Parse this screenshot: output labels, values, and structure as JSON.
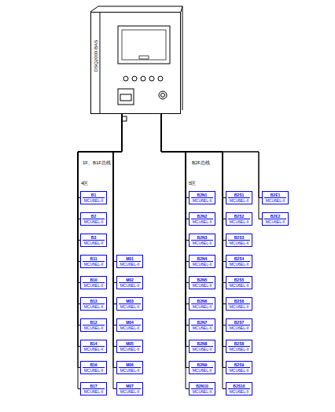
{
  "diagram": {
    "nodes": [
      {
        "text": [
          "DSQ2000-BAS"
        ]
      },
      {
        "text": [
          "B1",
          "MCU6EL-II"
        ]
      },
      {
        "text": [
          "B2",
          "MCU6EL-II"
        ]
      },
      {
        "text": [
          "B3",
          "MCU6EL-II"
        ]
      },
      {
        "text": [
          "B11",
          "MCU6EL-II"
        ]
      },
      {
        "text": [
          "B10",
          "MCU6EL-II"
        ]
      },
      {
        "text": [
          "B13",
          "MCU6EL-II"
        ]
      },
      {
        "text": [
          "B12",
          "MCU6EL-II"
        ]
      },
      {
        "text": [
          "B14",
          "MCU6EL-II"
        ]
      },
      {
        "text": [
          "B16",
          "MCU6EL-II"
        ]
      },
      {
        "text": [
          "B17",
          "MCU6EL-II"
        ]
      },
      {
        "text": [
          "M01",
          "MCU6EL-II"
        ]
      },
      {
        "text": [
          "M02",
          "MCU6EL-II"
        ]
      },
      {
        "text": [
          "M03",
          "MCU6EL-II"
        ]
      },
      {
        "text": [
          "M04",
          "MCU6EL-II"
        ]
      },
      {
        "text": [
          "M05",
          "MCU6EL-II"
        ]
      },
      {
        "text": [
          "M06",
          "MCU6EL-II"
        ]
      },
      {
        "text": [
          "M07",
          "MCU6EL-II"
        ]
      },
      {
        "text": [
          "B2N1",
          "MCU6EL-II"
        ]
      },
      {
        "text": [
          "B2N2",
          "MCU6EL-II"
        ]
      },
      {
        "text": [
          "B2N3",
          "MCU6EL-II"
        ]
      },
      {
        "text": [
          "B2N4",
          "MCU6EL-II"
        ]
      },
      {
        "text": [
          "B2N5",
          "MCU6EL-II"
        ]
      },
      {
        "text": [
          "B2N6",
          "MCU6EL-II"
        ]
      },
      {
        "text": [
          "B2N7",
          "MCU6EL-II"
        ]
      },
      {
        "text": [
          "B2N8",
          "MCU6EL-II"
        ]
      },
      {
        "text": [
          "B2N9",
          "MCU6EL-II"
        ]
      },
      {
        "text": [
          "B2N10",
          "MCU6EL-II"
        ]
      },
      {
        "text": [
          "B2S1",
          "MCU6EL-II"
        ]
      },
      {
        "text": [
          "B2S2",
          "MCU6EL-II"
        ]
      },
      {
        "text": [
          "B2S3",
          "MCU6EL-II"
        ]
      },
      {
        "text": [
          "B2S4",
          "MCU6EL-II"
        ]
      },
      {
        "text": [
          "B2S5",
          "MCU6EL-II"
        ]
      },
      {
        "text": [
          "B2S6",
          "MCU6EL-II"
        ]
      },
      {
        "text": [
          "B2S7",
          "MCU6EL-II"
        ]
      },
      {
        "text": [
          "B2S8",
          "MCU6EL-II"
        ]
      },
      {
        "text": [
          "B2S9",
          "MCU6EL-II"
        ]
      },
      {
        "text": [
          "B2S10",
          "MCU6EL-II"
        ]
      },
      {
        "text": [
          "B2E1",
          "MCU6EL-II"
        ]
      },
      {
        "text": [
          "B2E2",
          "MCU6EL-II"
        ]
      }
    ],
    "edges": [
      {
        "from": 0,
        "to": 1,
        "arrow": "none"
      },
      {
        "from": 0,
        "to": 2,
        "arrow": "none"
      },
      {
        "from": 0,
        "to": 3,
        "arrow": "none"
      },
      {
        "from": 0,
        "to": 4,
        "arrow": "none"
      },
      {
        "from": 0,
        "to": 5,
        "arrow": "none"
      },
      {
        "from": 0,
        "to": 6,
        "arrow": "none"
      },
      {
        "from": 0,
        "to": 7,
        "arrow": "none"
      },
      {
        "from": 0,
        "to": 8,
        "arrow": "none"
      },
      {
        "from": 0,
        "to": 9,
        "arrow": "none"
      },
      {
        "from": 0,
        "to": 10,
        "arrow": "none"
      },
      {
        "from": 0,
        "to": 11,
        "arrow": "none"
      },
      {
        "from": 0,
        "to": 12,
        "arrow": "none"
      },
      {
        "from": 0,
        "to": 13,
        "arrow": "none"
      },
      {
        "from": 0,
        "to": 14,
        "arrow": "none"
      },
      {
        "from": 0,
        "to": 15,
        "arrow": "none"
      },
      {
        "from": 0,
        "to": 16,
        "arrow": "none"
      },
      {
        "from": 0,
        "to": 17,
        "arrow": "none"
      },
      {
        "from": 0,
        "to": 18,
        "arrow": "none"
      },
      {
        "from": 0,
        "to": 19,
        "arrow": "none"
      },
      {
        "from": 0,
        "to": 20,
        "arrow": "none"
      },
      {
        "from": 0,
        "to": 21,
        "arrow": "none"
      },
      {
        "from": 0,
        "to": 22,
        "arrow": "none"
      },
      {
        "from": 0,
        "to": 23,
        "arrow": "none"
      },
      {
        "from": 0,
        "to": 24,
        "arrow": "none"
      },
      {
        "from": 0,
        "to": 25,
        "arrow": "none"
      },
      {
        "from": 0,
        "to": 26,
        "arrow": "none"
      },
      {
        "from": 0,
        "to": 27,
        "arrow": "none"
      },
      {
        "from": 0,
        "to": 28,
        "arrow": "none"
      },
      {
        "from": 0,
        "to": 29,
        "arrow": "none"
      },
      {
        "from": 0,
        "to": 30,
        "arrow": "none"
      },
      {
        "from": 0,
        "to": 31,
        "arrow": "none"
      },
      {
        "from": 0,
        "to": 32,
        "arrow": "none"
      },
      {
        "from": 0,
        "to": 33,
        "arrow": "none"
      },
      {
        "from": 0,
        "to": 34,
        "arrow": "none"
      },
      {
        "from": 0,
        "to": 35,
        "arrow": "none"
      },
      {
        "from": 0,
        "to": 36,
        "arrow": "none"
      },
      {
        "from": 0,
        "to": 37,
        "arrow": "none"
      },
      {
        "from": 0,
        "to": 38,
        "arrow": "none"
      },
      {
        "from": 0,
        "to": 39,
        "arrow": "none"
      }
    ],
    "labels": [
      "1F、B1F总线",
      "B2F总线",
      "4区",
      "5区"
    ]
  }
}
